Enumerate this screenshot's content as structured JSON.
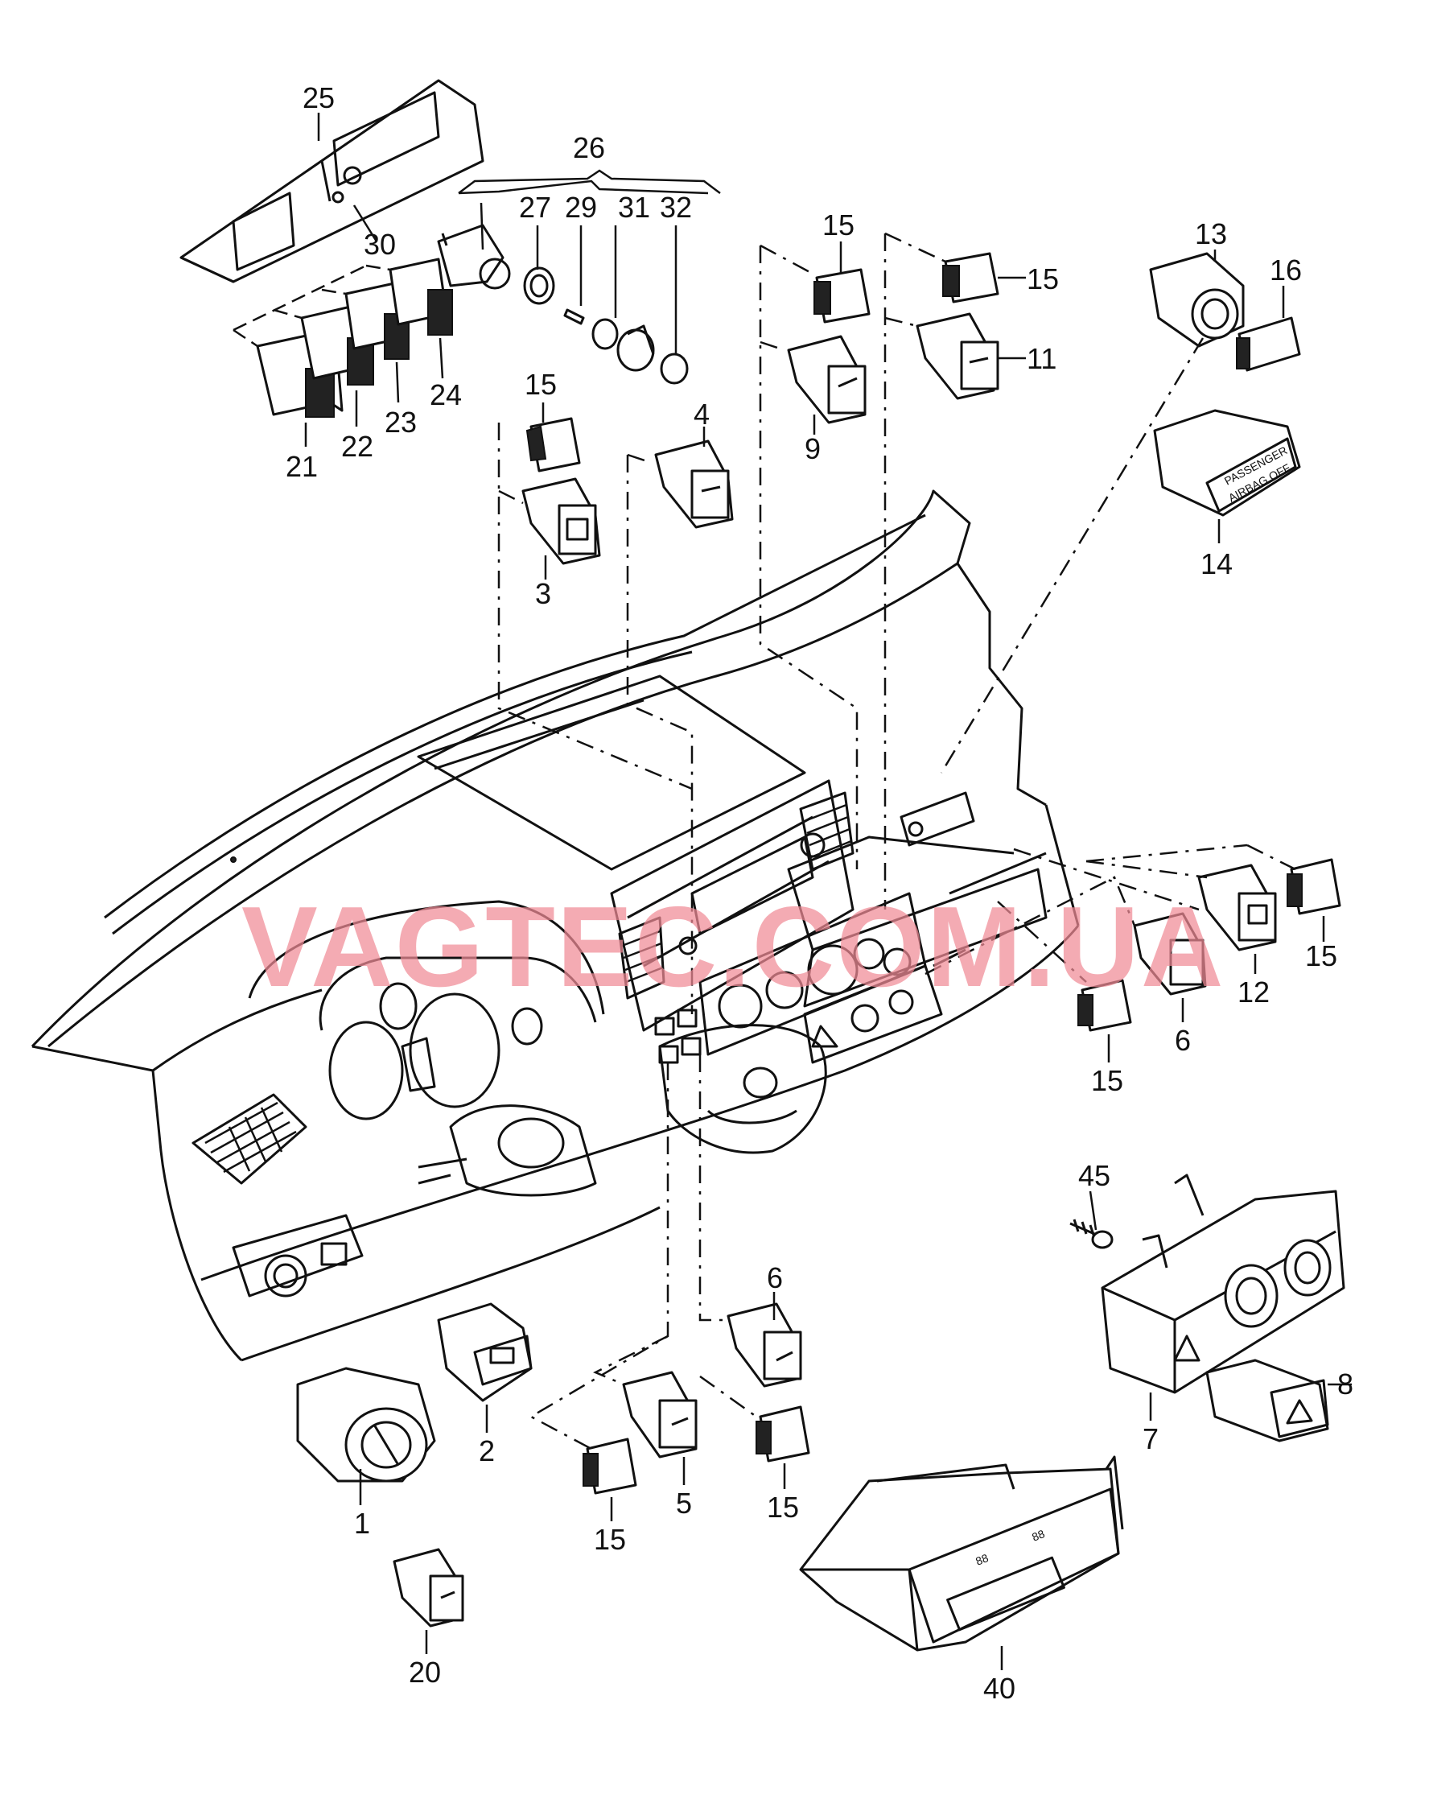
{
  "watermark": "VAGTEC.COM.UA",
  "airbag_switch_text": {
    "line1": "PASSENGER",
    "line2": "AIRBAG OFF"
  },
  "climate_display": {
    "left": "88",
    "right": "88"
  },
  "callouts": {
    "c1": "1",
    "c2": "2",
    "c3": "3",
    "c4": "4",
    "c5": "5",
    "c6a": "6",
    "c6b": "6",
    "c7": "7",
    "c8": "8",
    "c9": "9",
    "c11": "11",
    "c12": "12",
    "c13": "13",
    "c14": "14",
    "c15a": "15",
    "c15b": "15",
    "c15c": "15",
    "c15d": "15",
    "c15e": "15",
    "c15f": "15",
    "c15g": "15",
    "c16": "16",
    "c20": "20",
    "c21": "21",
    "c22": "22",
    "c23": "23",
    "c24": "24",
    "c25": "25",
    "c26": "26",
    "c27": "27",
    "c29": "29",
    "c30": "30",
    "c31": "31",
    "c32": "32",
    "c40": "40",
    "c45": "45"
  }
}
